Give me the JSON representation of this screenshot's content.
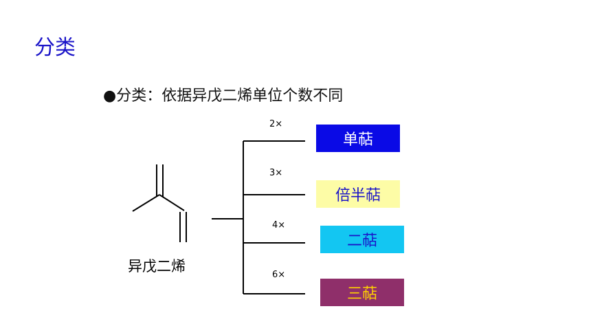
{
  "title": "分类",
  "subtitle": "●分类：依据异戊二烯单位个数不同",
  "molecule_label": "异戊二烯",
  "branches": [
    {
      "multiplier": "2×",
      "label": "单萜",
      "bg": "#0a0ae6",
      "fg": "#ffffff"
    },
    {
      "multiplier": "3×",
      "label": "倍半萜",
      "bg": "#fdfca6",
      "fg": "#1a13c8"
    },
    {
      "multiplier": "4×",
      "label": "二萜",
      "bg": "#13c6f2",
      "fg": "#1a13c8"
    },
    {
      "multiplier": "6×",
      "label": "三萜",
      "bg": "#8f2f6a",
      "fg": "#ffd200"
    }
  ],
  "colors": {
    "title": "#1a13c8",
    "line": "#000000"
  }
}
